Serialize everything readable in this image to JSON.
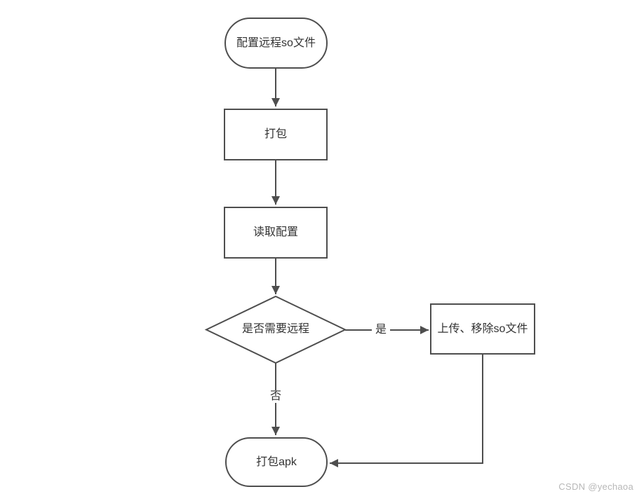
{
  "diagram": {
    "nodes": {
      "start": {
        "label": "配置远程so文件",
        "shape": "stadium"
      },
      "package": {
        "label": "打包",
        "shape": "rect"
      },
      "read_config": {
        "label": "读取配置",
        "shape": "rect"
      },
      "decision": {
        "label": "是否需要远程",
        "shape": "diamond"
      },
      "upload_remove": {
        "label": "上传、移除so文件",
        "shape": "rect"
      },
      "package_apk": {
        "label": "打包apk",
        "shape": "stadium"
      }
    },
    "edge_labels": {
      "yes": "是",
      "no": "否"
    },
    "edges": [
      {
        "from": "start",
        "to": "package"
      },
      {
        "from": "package",
        "to": "read_config"
      },
      {
        "from": "read_config",
        "to": "decision"
      },
      {
        "from": "decision",
        "to": "upload_remove",
        "label": "是"
      },
      {
        "from": "decision",
        "to": "package_apk",
        "label": "否"
      },
      {
        "from": "upload_remove",
        "to": "package_apk"
      }
    ],
    "colors": {
      "stroke": "#4e4e4e",
      "text": "#333333",
      "watermark": "#b7b7b7"
    }
  },
  "watermark": {
    "text": "CSDN @yechaoa"
  }
}
